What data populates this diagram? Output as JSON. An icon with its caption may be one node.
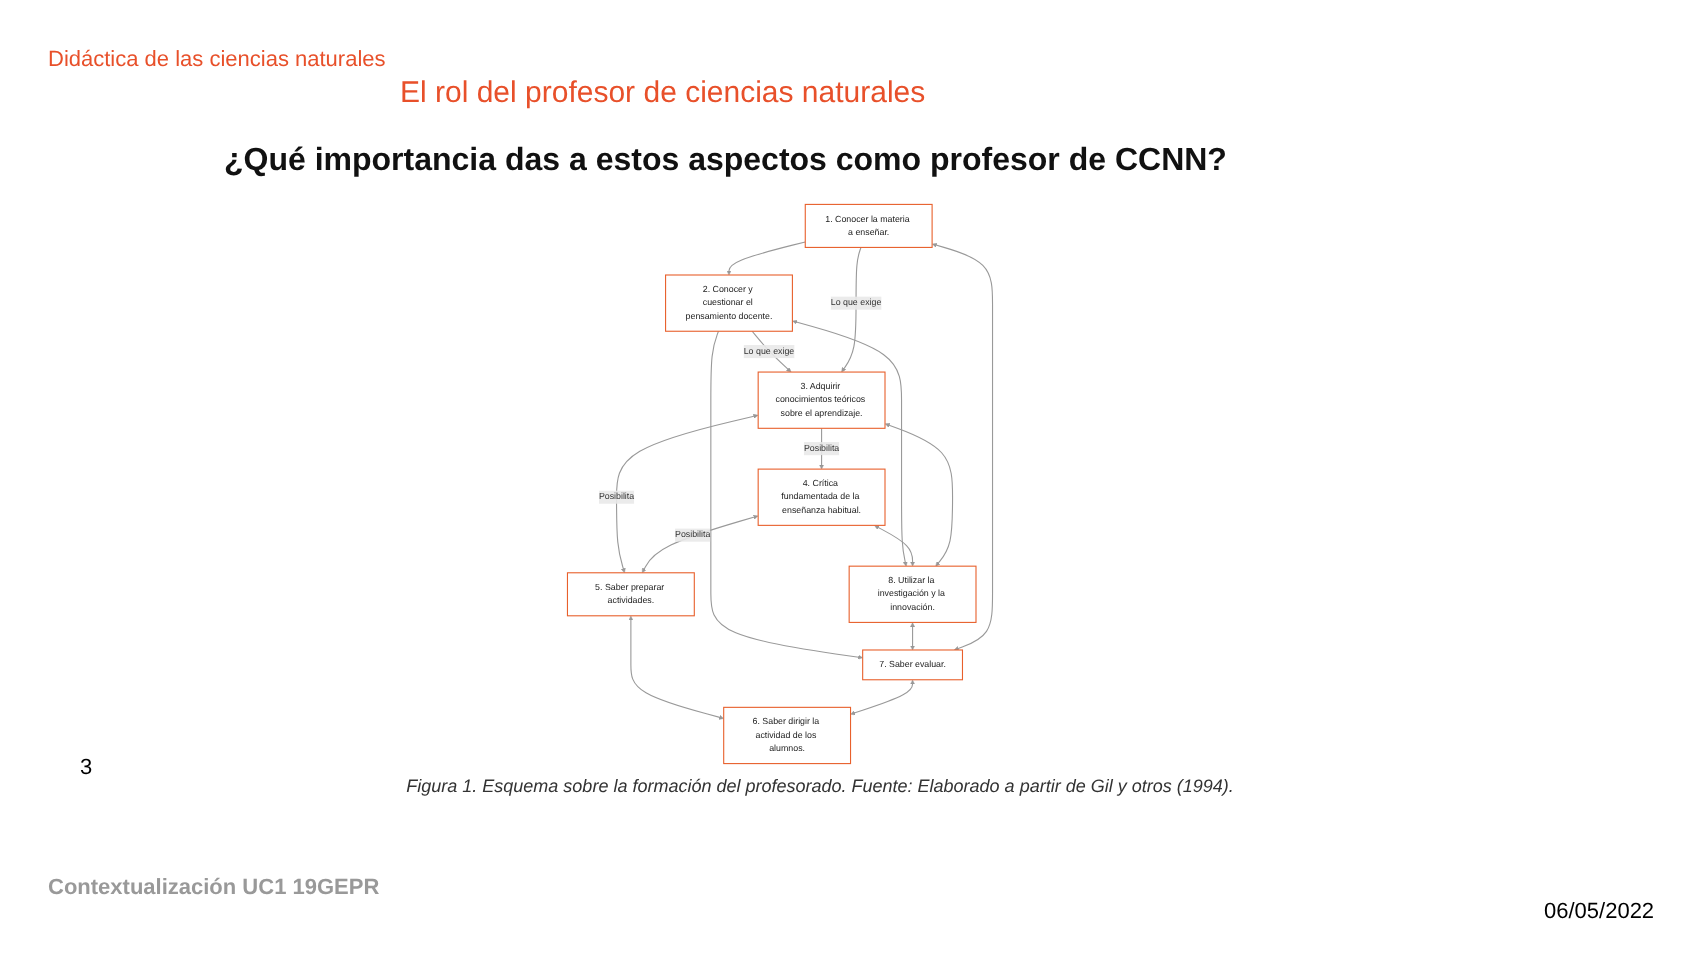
{
  "diagram": {
    "title": "¿Qué importancia das a estos aspectos como profesor de CCNN?",
    "caption": "Figura 1. Esquema sobre la formación del profesorado. Fuente: Elaborado a partir de Gil y otros (1994).",
    "nodes": [
      {
        "text": [
          "2. Conocer y cuestionar el pensamiento docente."
        ]
      },
      {
        "text": [
          "3. Adquirir conocimientos teóricos sobre el aprendizaje."
        ]
      },
      {
        "text": [
          "4. Crítica fundamentada de la enseñanza habitual."
        ]
      },
      {
        "text": [
          "8. Utilizar la investigación y la innovación."
        ]
      },
      {
        "text": [
          "5. Saber preparar actividades."
        ]
      },
      {
        "text": [
          "1. Conocer la materia a enseñar."
        ]
      },
      {
        "text": [
          "7. Saber evaluar."
        ]
      },
      {
        "text": [
          "6. Saber dirigir la actividad de los alumnos."
        ]
      }
    ],
    "edges": [
      {
        "from": 0,
        "to": 1,
        "arrow": "to",
        "label": "Lo que exige"
      },
      {
        "from": 1,
        "to": 2,
        "arrow": "to",
        "label": "Posibilita"
      },
      {
        "from": 0,
        "to": 3,
        "arrow": "both"
      },
      {
        "from": 2,
        "to": 3,
        "arrow": "both"
      },
      {
        "from": 1,
        "to": 4,
        "arrow": "both",
        "label": "Posibilita"
      },
      {
        "from": 1,
        "to": 3,
        "arrow": "both"
      },
      {
        "from": 2,
        "to": 4,
        "arrow": "both",
        "label": "Posibilita"
      },
      {
        "from": 5,
        "to": 0,
        "arrow": "to"
      },
      {
        "from": 5,
        "to": 1,
        "arrow": "to",
        "label": "Lo que exige"
      },
      {
        "from": 0,
        "to": 6,
        "arrow": "to"
      },
      {
        "from": 3,
        "to": 6,
        "arrow": "both"
      },
      {
        "from": 4,
        "to": 7,
        "arrow": "both"
      },
      {
        "from": 5,
        "to": 6,
        "arrow": "both"
      },
      {
        "from": 6,
        "to": 7,
        "arrow": "both"
      }
    ],
    "labels": [
      "Didáctica de las ciencias naturales",
      "El rol del profesor de ciencias naturales",
      "3",
      "Contextualización UC1 19GEPR",
      "06/05/2022"
    ]
  }
}
